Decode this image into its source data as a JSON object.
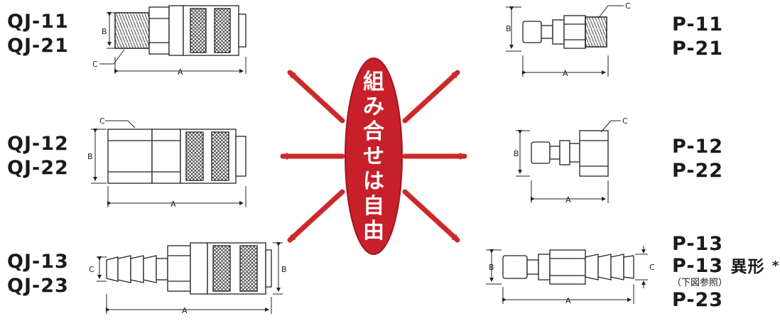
{
  "center": {
    "text": "組み合せは自由",
    "color": "#c8202a"
  },
  "left_labels": [
    {
      "lines": [
        "QJ-11",
        "QJ-21"
      ]
    },
    {
      "lines": [
        "QJ-12",
        "QJ-22"
      ]
    },
    {
      "lines": [
        "QJ-13",
        "QJ-23"
      ]
    }
  ],
  "right_labels": [
    {
      "lines": [
        "P-11",
        "P-21"
      ]
    },
    {
      "lines": [
        "P-12",
        "P-22"
      ]
    },
    {
      "lines": [
        "P-13"
      ],
      "extra": {
        "model": "P-13",
        "tag": "異形",
        "mark": "*"
      },
      "note": "（下図参照）",
      "last": "P-23"
    }
  ],
  "dims": {
    "a": "A",
    "b": "B",
    "c": "C"
  }
}
